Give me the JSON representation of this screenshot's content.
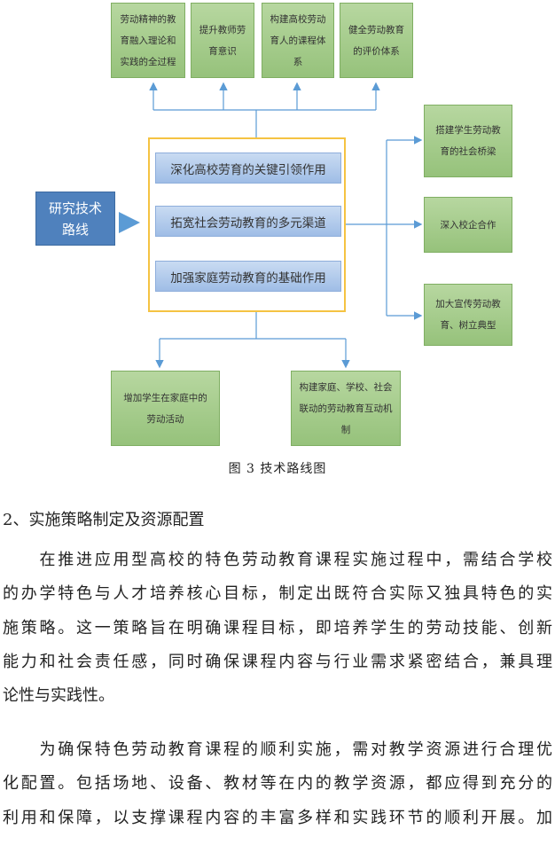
{
  "diagram": {
    "top_boxes": [
      "劳动精神的教育融入理论和实践的全过程",
      "提升教师劳育意识",
      "构建高校劳动育人的课程体系",
      "健全劳动教育的评价体系"
    ],
    "left_box": "研究技术路线",
    "center_items": [
      "深化高校劳育的关键引领作用",
      "拓宽社会劳动教育的多元渠道",
      "加强家庭劳动教育的基础作用"
    ],
    "right_boxes": [
      "搭建学生劳动教育的社会桥梁",
      "深入校企合作",
      "加大宣传劳动教育、树立典型"
    ],
    "bottom_boxes": [
      "增加学生在家庭中的劳动活动",
      "构建家庭、学校、社会联动的劳动教育互动机制"
    ],
    "caption": "图 3 技术路线图",
    "colors": {
      "green": "#9bc680",
      "blue": "#4f81bd",
      "yellow": "#f5c342",
      "arrow": "#5b9bd5"
    }
  },
  "section_heading": "2、实施策略制定及资源配置",
  "paragraphs": [
    [
      "　　在推进应用型高校的特色劳动教育课程实施过程中，需结合学校",
      "的办学特色与人才培养核心目标，制定出既符合实际又独具特色的实",
      "施策略。这一策略旨在明确课程目标，即培养学生的劳动技能、创新",
      "能力和社会责任感，同时确保课程内容与行业需求紧密结合，兼具理",
      "论性与实践性。"
    ],
    [
      "　　为确保特色劳动教育课程的顺利实施，需对教学资源进行合理优",
      "化配置。包括场地、设备、教材等在内的教学资源，都应得到充分的",
      "利用和保障，以支撑课程内容的丰富多样和实践环节的顺利开展。加"
    ]
  ]
}
